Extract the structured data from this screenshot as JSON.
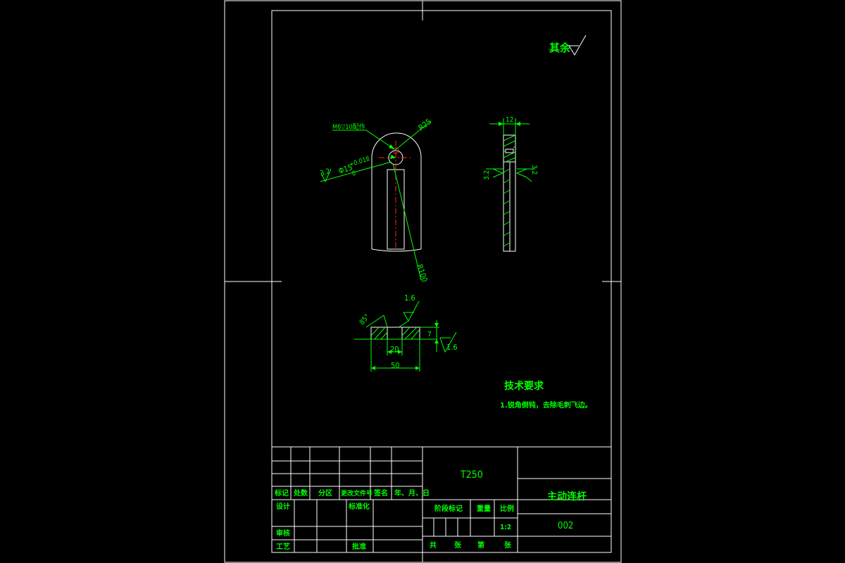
{
  "roughness_note": {
    "label": "其余"
  },
  "front_view": {
    "thread_note": "M6▽10配作",
    "radius_top": "R25",
    "hole_dim": "Φ15",
    "hole_tol": "+0.018",
    "hole_tol_zero": "0",
    "roughness": "3.2",
    "radius_bottom": "R100"
  },
  "side_view": {
    "width_dim": "12",
    "roughness_left": "3.2",
    "roughness_right": "3.2"
  },
  "section_view": {
    "roughness_top": "1.6",
    "angle": "85°",
    "inner_width": "20",
    "outer_width": "50",
    "height": "7",
    "roughness_right": "1.6"
  },
  "tech_requirements": {
    "title": "技术要求",
    "item1": "1.锐角倒钝，去除毛刺飞边。"
  },
  "title_block": {
    "material": "T250",
    "part_name": "主动连杆",
    "drawing_no": "002",
    "rev_headers": [
      "标记",
      "处数",
      "分区",
      "更改文件号",
      "签名",
      "年、月、日"
    ],
    "design": "设计",
    "standardize": "标准化",
    "review": "审核",
    "process": "工艺",
    "approve": "批准",
    "stage_mark": "阶段标记",
    "weight": "重量",
    "scale_label": "比例",
    "scale_value": "1:2",
    "sheets_total": "共",
    "sheet_unit1": "张",
    "sheet_of": "第",
    "sheet_unit2": "张"
  }
}
